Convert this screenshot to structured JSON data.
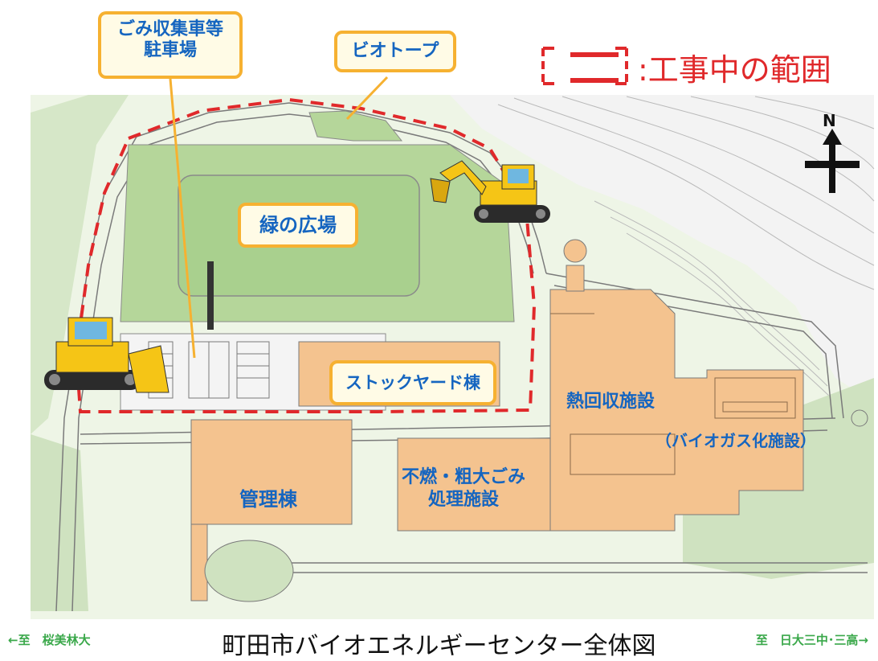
{
  "legend": {
    "text": ":工事中の範囲",
    "color": "#e0292b"
  },
  "callouts": {
    "parking": {
      "line1": "ごみ収集車等",
      "line2": "駐車場"
    },
    "biotope": "ビオトープ",
    "green_plaza": "緑の広場",
    "stock_yard": "ストックヤード棟"
  },
  "buildings": {
    "thermal": "熱回収施設",
    "biogas": "（バイオガス化施設）",
    "noncombustible": {
      "line1": "不燃・粗大ごみ",
      "line2": "処理施設"
    },
    "admin": "管理棟"
  },
  "compass": {
    "label": "N"
  },
  "footer": {
    "title": "町田市バイオエネルギーセンター全体図",
    "left_destination": "←至　桜美林大",
    "right_destination": "至　日大三中･三高→"
  },
  "colors": {
    "building": "#f4c38f",
    "grass": "#a9d08e",
    "forest": "#cfe2c0",
    "construction_line": "#e0292b",
    "callout_border": "#f6b131",
    "label_text": "#1565c0"
  }
}
